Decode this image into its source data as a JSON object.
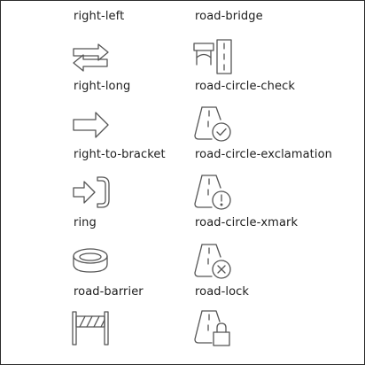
{
  "icons": [
    {
      "label": "right-left",
      "icon": "right-left-icon"
    },
    {
      "label": "road-bridge",
      "icon": "road-bridge-icon"
    },
    {
      "label": "right-long",
      "icon": "right-long-icon"
    },
    {
      "label": "road-circle-check",
      "icon": "road-circle-check-icon"
    },
    {
      "label": "right-to-bracket",
      "icon": "right-to-bracket-icon"
    },
    {
      "label": "road-circle-exclamation",
      "icon": "road-circle-exclamation-icon"
    },
    {
      "label": "ring",
      "icon": "ring-icon"
    },
    {
      "label": "road-circle-xmark",
      "icon": "road-circle-xmark-icon"
    },
    {
      "label": "road-barrier",
      "icon": "road-barrier-icon"
    },
    {
      "label": "road-lock",
      "icon": "road-lock-icon"
    }
  ]
}
